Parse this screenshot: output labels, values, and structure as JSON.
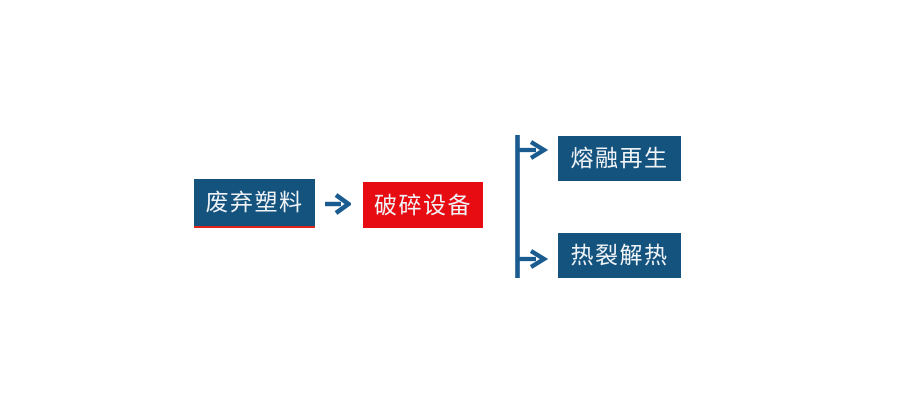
{
  "diagram": {
    "type": "flowchart",
    "direction": "left-to-right",
    "colors": {
      "background": "#ffffff",
      "node_blue": "#15537f",
      "node_red": "#e60c11",
      "connector": "#1a5c90",
      "underline_red": "#e0251c",
      "node_text": "#eff3f6"
    },
    "nodes": [
      {
        "id": "waste-plastic",
        "label": "废弃塑料",
        "style": "blue-with-red-underline"
      },
      {
        "id": "crushing-equipment",
        "label": "破碎设备",
        "style": "red"
      },
      {
        "id": "melt-regeneration",
        "label": "熔融再生",
        "style": "blue"
      },
      {
        "id": "pyrolysis",
        "label": "热裂解热",
        "style": "blue"
      }
    ],
    "edges": [
      {
        "from": "waste-plastic",
        "to": "crushing-equipment"
      },
      {
        "from": "crushing-equipment",
        "to": "melt-regeneration"
      },
      {
        "from": "crushing-equipment",
        "to": "pyrolysis"
      }
    ]
  }
}
